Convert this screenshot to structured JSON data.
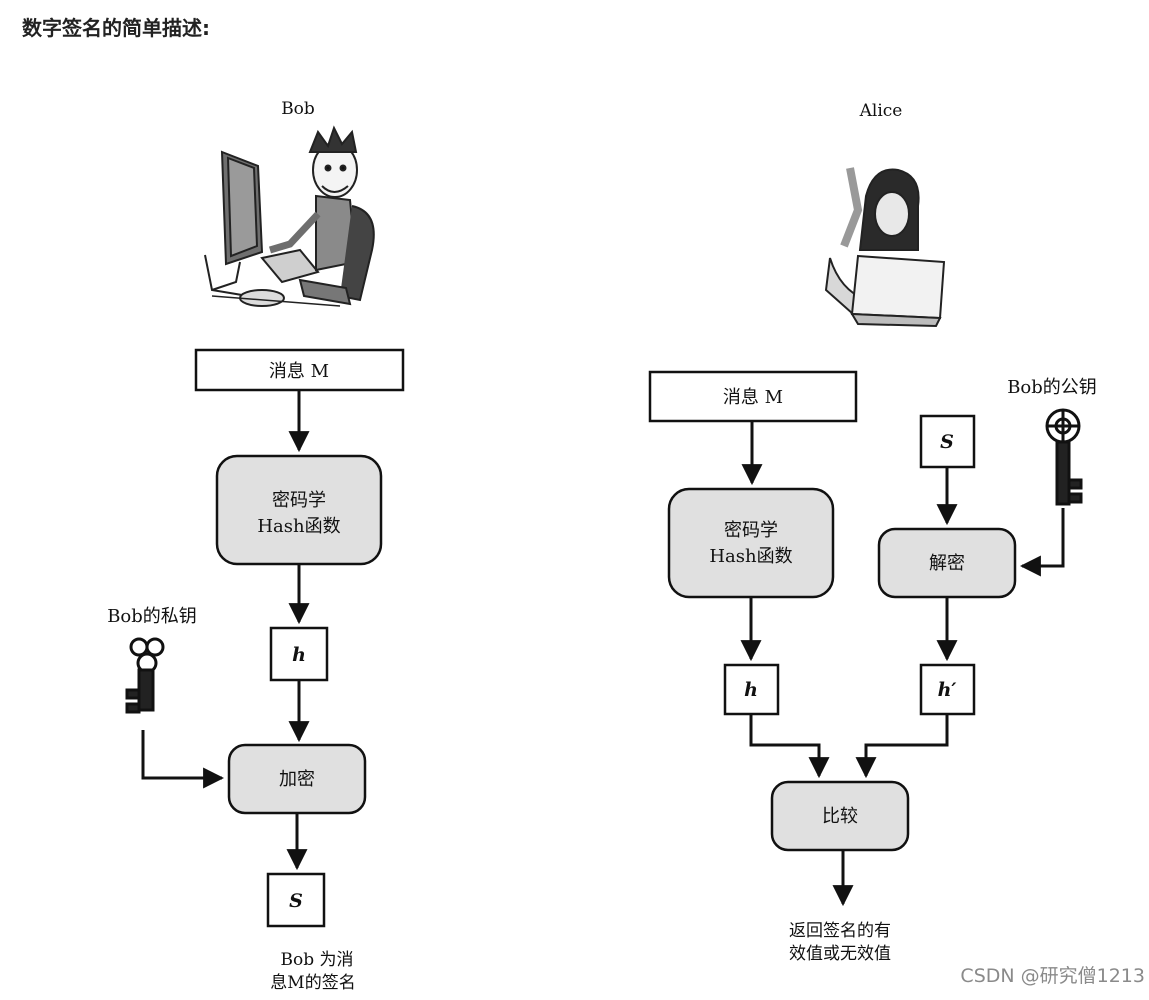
{
  "heading": "数字签名的简单描述:",
  "bob": {
    "name": "Bob",
    "message": "消息 M",
    "hash_line1": "密码学",
    "hash_line2": "Hash函数",
    "private_key_label": "Bob的私钥",
    "h": "h",
    "encrypt": "加密",
    "s": "S",
    "signature_line1": "Bob 为消",
    "signature_line2": "息M的签名"
  },
  "alice": {
    "name": "Alice",
    "message": "消息 M",
    "hash_line1": "密码学",
    "hash_line2": "Hash函数",
    "public_key_label": "Bob的公钥",
    "s": "S",
    "decrypt": "解密",
    "h": "h",
    "h_prime": "h′",
    "compare": "比较",
    "result_line1": "返回签名的有",
    "result_line2": "效值或无效值"
  },
  "watermark": "CSDN @研究僧1213"
}
